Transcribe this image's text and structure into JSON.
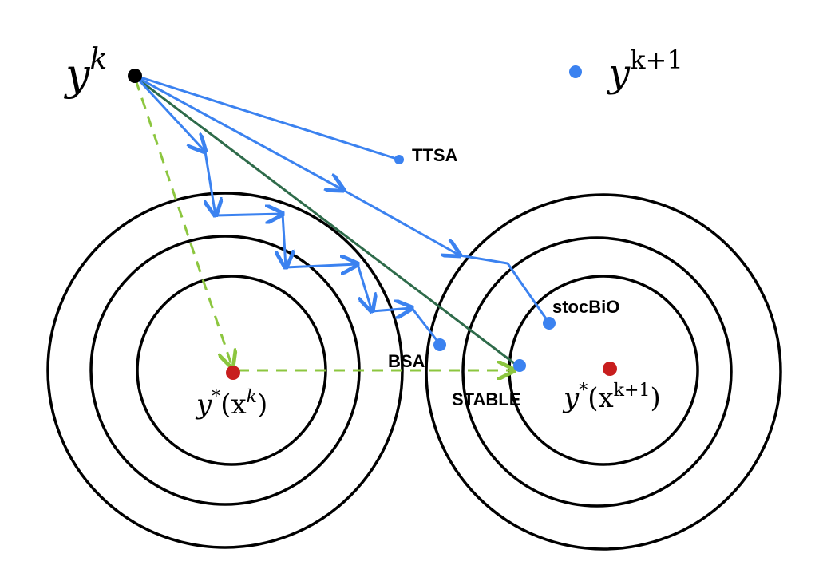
{
  "labels": {
    "yk_base": "y",
    "yk_sup": "k",
    "legend_base": "y",
    "legend_sup": "k+1",
    "opt_left_base": "y",
    "opt_left_star": "*",
    "opt_left_arg": "(x",
    "opt_left_arg_sup": "k",
    "opt_left_close": ")",
    "opt_right_base": "y",
    "opt_right_star": "*",
    "opt_right_arg": "(x",
    "opt_right_arg_sup": "k+1",
    "opt_right_close": ")"
  },
  "methods": [
    {
      "name": "TTSA"
    },
    {
      "name": "stocBiO"
    },
    {
      "name": "BSA"
    },
    {
      "name": "STABLE"
    }
  ],
  "colors": {
    "circle": "#000000",
    "blue": "#3b82f0",
    "green_solid": "#2e6b4a",
    "green_dashed": "#8cc63f",
    "optimum": "#c81e1e",
    "start": "#000000"
  }
}
